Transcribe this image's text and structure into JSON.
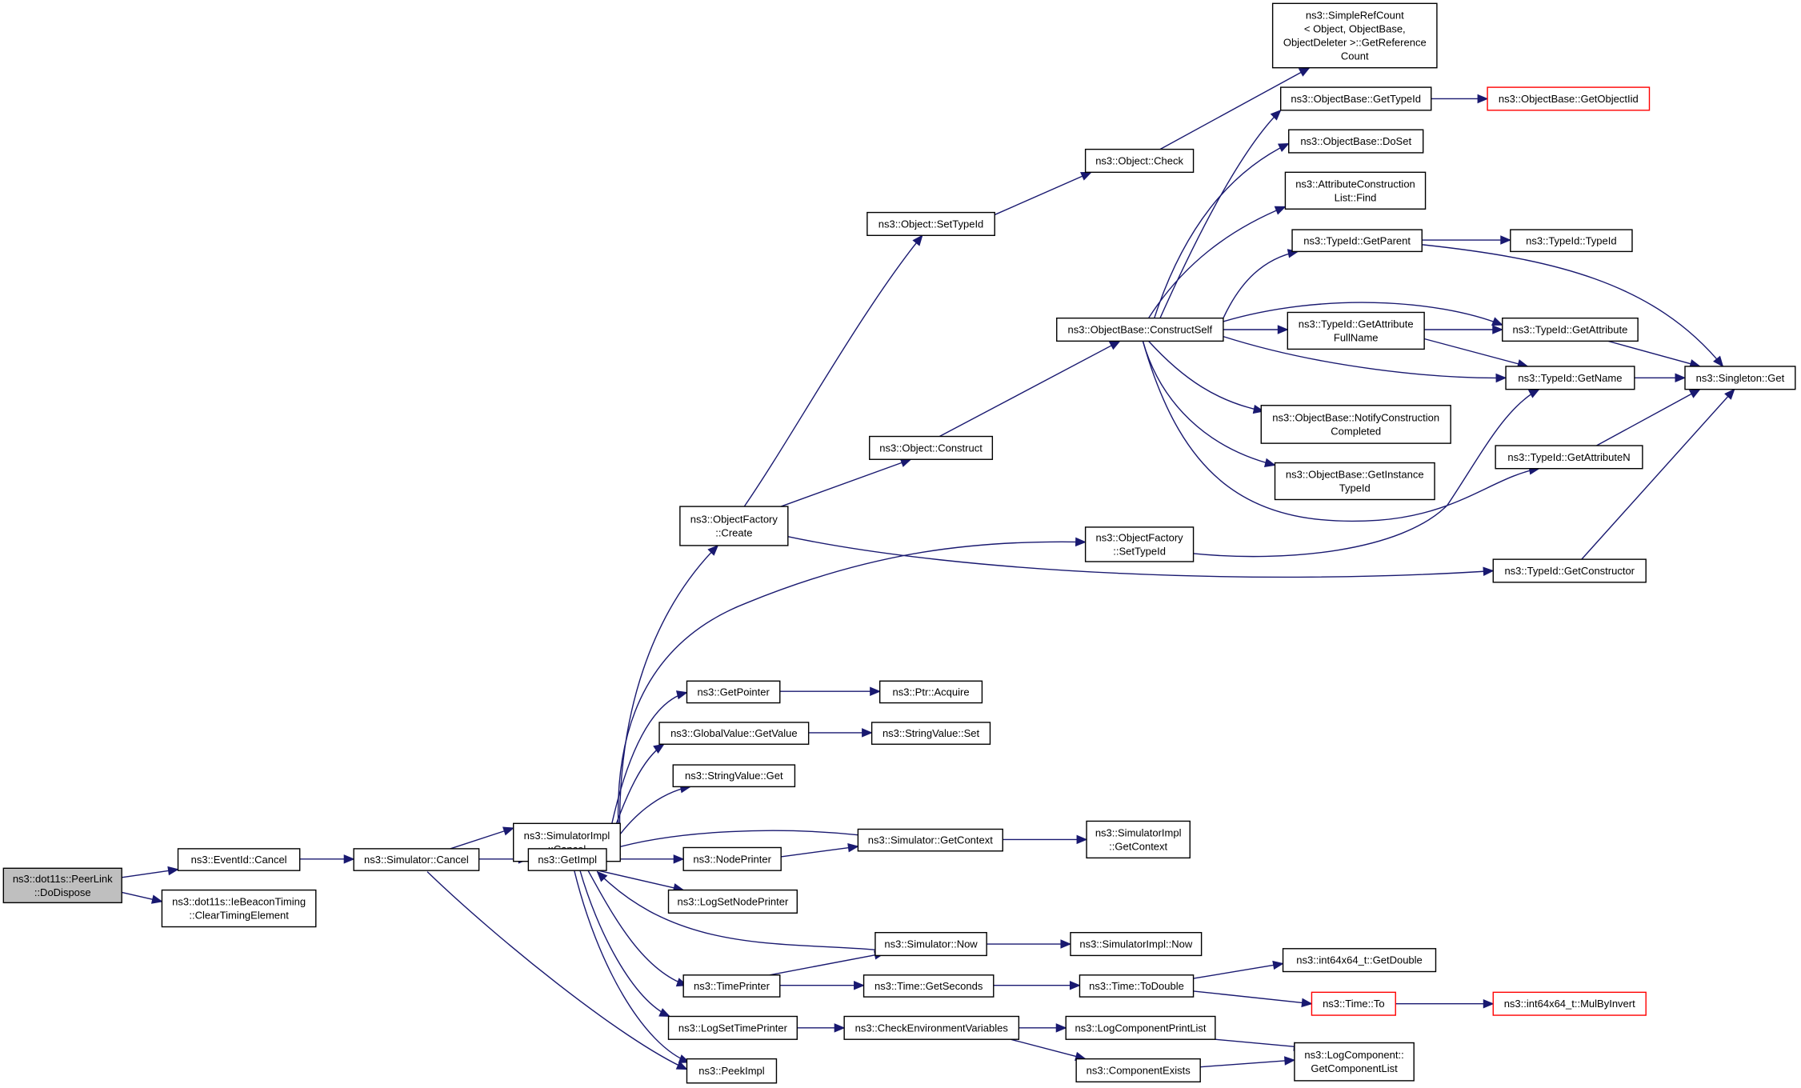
{
  "diagram": {
    "type": "call-graph",
    "colors": {
      "edge": "#191970",
      "root_fill": "#bfbfbf",
      "node_border": "#000000",
      "truncated_border": "#ff0000"
    },
    "nodes": [
      {
        "id": "n0",
        "lines": [
          "ns3::dot11s::PeerLink",
          "::DoDispose"
        ],
        "style": "root"
      },
      {
        "id": "n1",
        "lines": [
          "ns3::EventId::Cancel"
        ]
      },
      {
        "id": "n2",
        "lines": [
          "ns3::dot11s::IeBeaconTiming",
          "::ClearTimingElement"
        ]
      },
      {
        "id": "n3",
        "lines": [
          "ns3::Simulator::Cancel"
        ]
      },
      {
        "id": "n4",
        "lines": [
          "ns3::SimulatorImpl",
          "::Cancel"
        ]
      },
      {
        "id": "n5",
        "lines": [
          "ns3::GetImpl"
        ]
      },
      {
        "id": "n6",
        "lines": [
          "ns3::PeekImpl"
        ]
      },
      {
        "id": "n7",
        "lines": [
          "ns3::ObjectFactory",
          "::Create"
        ]
      },
      {
        "id": "n8",
        "lines": [
          "ns3::GetPointer"
        ]
      },
      {
        "id": "n9",
        "lines": [
          "ns3::GlobalValue::GetValue"
        ]
      },
      {
        "id": "n10",
        "lines": [
          "ns3::StringValue::Get"
        ]
      },
      {
        "id": "n11",
        "lines": [
          "ns3::NodePrinter"
        ]
      },
      {
        "id": "n12",
        "lines": [
          "ns3::LogSetNodePrinter"
        ]
      },
      {
        "id": "n13",
        "lines": [
          "ns3::TimePrinter"
        ]
      },
      {
        "id": "n14",
        "lines": [
          "ns3::LogSetTimePrinter"
        ]
      },
      {
        "id": "n15",
        "lines": [
          "ns3::Object::SetTypeId"
        ]
      },
      {
        "id": "n16",
        "lines": [
          "ns3::Object::Construct"
        ]
      },
      {
        "id": "n17",
        "lines": [
          "ns3::ObjectFactory",
          "::SetTypeId"
        ]
      },
      {
        "id": "n18",
        "lines": [
          "ns3::TypeId::GetConstructor"
        ]
      },
      {
        "id": "n19",
        "lines": [
          "ns3::Object::Check"
        ]
      },
      {
        "id": "n20",
        "lines": [
          "ns3::SimpleRefCount",
          "< Object, ObjectBase,",
          "ObjectDeleter >::GetReference",
          "Count"
        ]
      },
      {
        "id": "n21",
        "lines": [
          "ns3::ObjectBase::ConstructSelf"
        ]
      },
      {
        "id": "n22",
        "lines": [
          "ns3::ObjectBase::GetTypeId"
        ]
      },
      {
        "id": "n23",
        "lines": [
          "ns3::ObjectBase::GetObjectIid"
        ],
        "style": "red"
      },
      {
        "id": "n24",
        "lines": [
          "ns3::ObjectBase::DoSet"
        ]
      },
      {
        "id": "n25",
        "lines": [
          "ns3::AttributeConstruction",
          "List::Find"
        ]
      },
      {
        "id": "n26",
        "lines": [
          "ns3::TypeId::GetParent"
        ]
      },
      {
        "id": "n27",
        "lines": [
          "ns3::TypeId::TypeId"
        ]
      },
      {
        "id": "n28",
        "lines": [
          "ns3::TypeId::GetAttribute",
          "FullName"
        ]
      },
      {
        "id": "n29",
        "lines": [
          "ns3::TypeId::GetAttribute"
        ]
      },
      {
        "id": "n30",
        "lines": [
          "ns3::TypeId::GetName"
        ]
      },
      {
        "id": "n31",
        "lines": [
          "ns3::Singleton::Get"
        ]
      },
      {
        "id": "n32",
        "lines": [
          "ns3::ObjectBase::NotifyConstruction",
          "Completed"
        ]
      },
      {
        "id": "n33",
        "lines": [
          "ns3::ObjectBase::GetInstance",
          "TypeId"
        ]
      },
      {
        "id": "n34",
        "lines": [
          "ns3::TypeId::GetAttributeN"
        ]
      },
      {
        "id": "n35",
        "lines": [
          "ns3::Ptr::Acquire"
        ]
      },
      {
        "id": "n36",
        "lines": [
          "ns3::StringValue::Set"
        ]
      },
      {
        "id": "n37",
        "lines": [
          "ns3::Simulator::GetContext"
        ]
      },
      {
        "id": "n38",
        "lines": [
          "ns3::SimulatorImpl",
          "::GetContext"
        ]
      },
      {
        "id": "n39",
        "lines": [
          "ns3::Simulator::Now"
        ]
      },
      {
        "id": "n40",
        "lines": [
          "ns3::SimulatorImpl::Now"
        ]
      },
      {
        "id": "n41",
        "lines": [
          "ns3::Time::GetSeconds"
        ]
      },
      {
        "id": "n42",
        "lines": [
          "ns3::Time::ToDouble"
        ]
      },
      {
        "id": "n43",
        "lines": [
          "ns3::int64x64_t::GetDouble"
        ]
      },
      {
        "id": "n44",
        "lines": [
          "ns3::Time::To"
        ],
        "style": "red"
      },
      {
        "id": "n45",
        "lines": [
          "ns3::int64x64_t::MulByInvert"
        ],
        "style": "red"
      },
      {
        "id": "n46",
        "lines": [
          "ns3::CheckEnvironmentVariables"
        ]
      },
      {
        "id": "n47",
        "lines": [
          "ns3::LogComponentPrintList"
        ]
      },
      {
        "id": "n48",
        "lines": [
          "ns3::ComponentExists"
        ]
      },
      {
        "id": "n49",
        "lines": [
          "ns3::LogComponent::",
          "GetComponentList"
        ]
      }
    ],
    "edges": [
      [
        "n0",
        "n1"
      ],
      [
        "n0",
        "n2"
      ],
      [
        "n1",
        "n3"
      ],
      [
        "n3",
        "n4"
      ],
      [
        "n3",
        "n5"
      ],
      [
        "n3",
        "n6"
      ],
      [
        "n5",
        "n7"
      ],
      [
        "n5",
        "n8"
      ],
      [
        "n5",
        "n9"
      ],
      [
        "n5",
        "n10"
      ],
      [
        "n5",
        "n11"
      ],
      [
        "n5",
        "n12"
      ],
      [
        "n5",
        "n13"
      ],
      [
        "n5",
        "n14"
      ],
      [
        "n5",
        "n6"
      ],
      [
        "n5",
        "n17"
      ],
      [
        "n7",
        "n15"
      ],
      [
        "n7",
        "n16"
      ],
      [
        "n7",
        "n18"
      ],
      [
        "n15",
        "n19"
      ],
      [
        "n19",
        "n20"
      ],
      [
        "n16",
        "n21"
      ],
      [
        "n21",
        "n22"
      ],
      [
        "n21",
        "n24"
      ],
      [
        "n21",
        "n25"
      ],
      [
        "n21",
        "n26"
      ],
      [
        "n21",
        "n28"
      ],
      [
        "n21",
        "n29"
      ],
      [
        "n21",
        "n30"
      ],
      [
        "n21",
        "n32"
      ],
      [
        "n21",
        "n33"
      ],
      [
        "n21",
        "n34"
      ],
      [
        "n22",
        "n23"
      ],
      [
        "n26",
        "n27"
      ],
      [
        "n26",
        "n31"
      ],
      [
        "n28",
        "n29"
      ],
      [
        "n28",
        "n30"
      ],
      [
        "n29",
        "n31"
      ],
      [
        "n30",
        "n31"
      ],
      [
        "n34",
        "n31"
      ],
      [
        "n18",
        "n31"
      ],
      [
        "n17",
        "n30"
      ],
      [
        "n8",
        "n35"
      ],
      [
        "n9",
        "n36"
      ],
      [
        "n11",
        "n37"
      ],
      [
        "n37",
        "n38"
      ],
      [
        "n37",
        "n5"
      ],
      [
        "n13",
        "n39"
      ],
      [
        "n13",
        "n41"
      ],
      [
        "n39",
        "n40"
      ],
      [
        "n39",
        "n5"
      ],
      [
        "n41",
        "n42"
      ],
      [
        "n42",
        "n43"
      ],
      [
        "n42",
        "n44"
      ],
      [
        "n44",
        "n45"
      ],
      [
        "n14",
        "n46"
      ],
      [
        "n46",
        "n47"
      ],
      [
        "n46",
        "n48"
      ],
      [
        "n47",
        "n49"
      ],
      [
        "n48",
        "n49"
      ]
    ]
  }
}
